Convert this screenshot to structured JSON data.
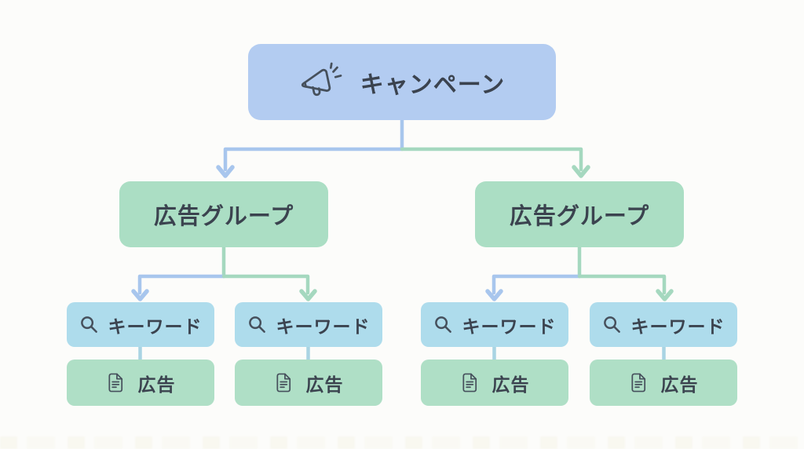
{
  "colors": {
    "background": "#fcfcfa",
    "campaign_fill": "#b3ccf1",
    "group_fill": "#abdec4",
    "keyword_fill": "#aedcec",
    "ad_fill": "#afdfc6",
    "label_text": "#3b434f",
    "icon_stroke": "#46505c",
    "connector_blue": "#a8c6ed",
    "connector_green": "#a5d8bf",
    "connector_short": "#a9d4e3"
  },
  "nodes": {
    "campaign": {
      "label": "キャンペーン",
      "icon": "megaphone-icon"
    },
    "ad_groups": [
      {
        "label": "広告グループ"
      },
      {
        "label": "広告グループ"
      }
    ],
    "keywords": [
      {
        "label": "キーワード",
        "icon": "search-icon"
      },
      {
        "label": "キーワード",
        "icon": "search-icon"
      },
      {
        "label": "キーワード",
        "icon": "search-icon"
      },
      {
        "label": "キーワード",
        "icon": "search-icon"
      }
    ],
    "ads": [
      {
        "label": "広告",
        "icon": "document-icon"
      },
      {
        "label": "広告",
        "icon": "document-icon"
      },
      {
        "label": "広告",
        "icon": "document-icon"
      },
      {
        "label": "広告",
        "icon": "document-icon"
      }
    ]
  }
}
